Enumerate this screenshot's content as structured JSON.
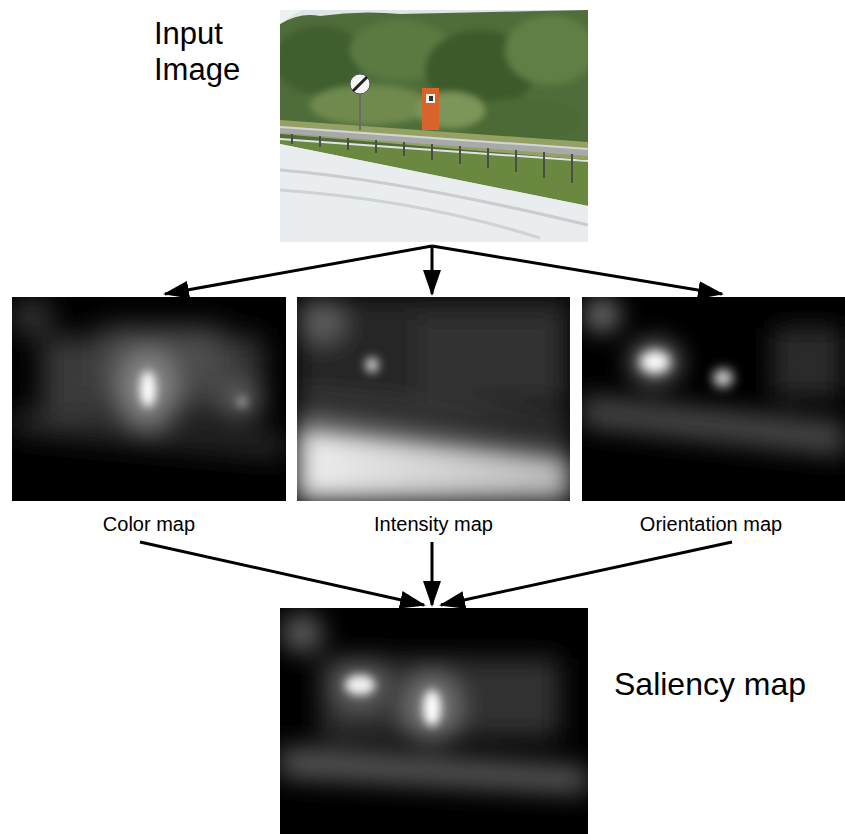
{
  "diagram": {
    "nodes": [
      {
        "text": [
          "Input Image"
        ]
      },
      {
        "text": [
          "Color map"
        ]
      },
      {
        "text": [
          "Intensity map"
        ]
      },
      {
        "text": [
          "Orientation map"
        ]
      },
      {
        "text": [
          "Saliency map"
        ]
      }
    ],
    "edges": [
      {
        "from": 0,
        "to": 1,
        "arrow": "to"
      },
      {
        "from": 0,
        "to": 2,
        "arrow": "to"
      },
      {
        "from": 0,
        "to": 3,
        "arrow": "to"
      },
      {
        "from": 1,
        "to": 4,
        "arrow": "to"
      },
      {
        "from": 2,
        "to": 4,
        "arrow": "to"
      },
      {
        "from": 3,
        "to": 4,
        "arrow": "to"
      }
    ]
  }
}
